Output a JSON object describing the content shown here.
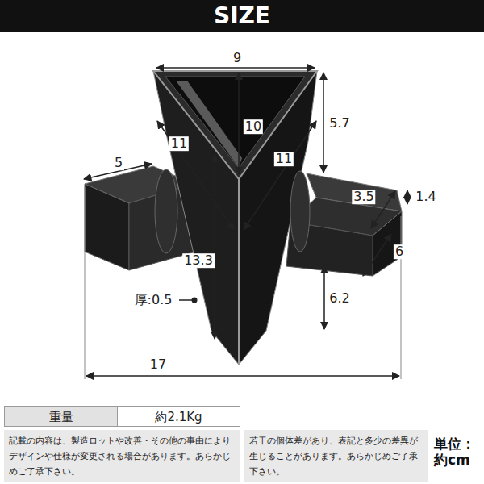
{
  "diagram": {
    "title": "SIZE",
    "nodes": [
      {
        "text": [
          "記載の内容は、製造ロットや改善・その他の事由によりデザインや仕様が変更される場合があります。あらかじめご了承下さい。"
        ]
      },
      {
        "text": [
          "若干の個体差があり、表記と多少の差異が生じることがあります。あらかじめご了承下さい。"
        ]
      }
    ],
    "labels": [
      "9",
      "10",
      "5.7",
      "11",
      "11",
      "5",
      "3.5",
      "1.4",
      "6",
      "13.3",
      "厚:0.5",
      "6.2",
      "17",
      "重量",
      "約2.1Kg",
      "単位： 約cm"
    ]
  }
}
